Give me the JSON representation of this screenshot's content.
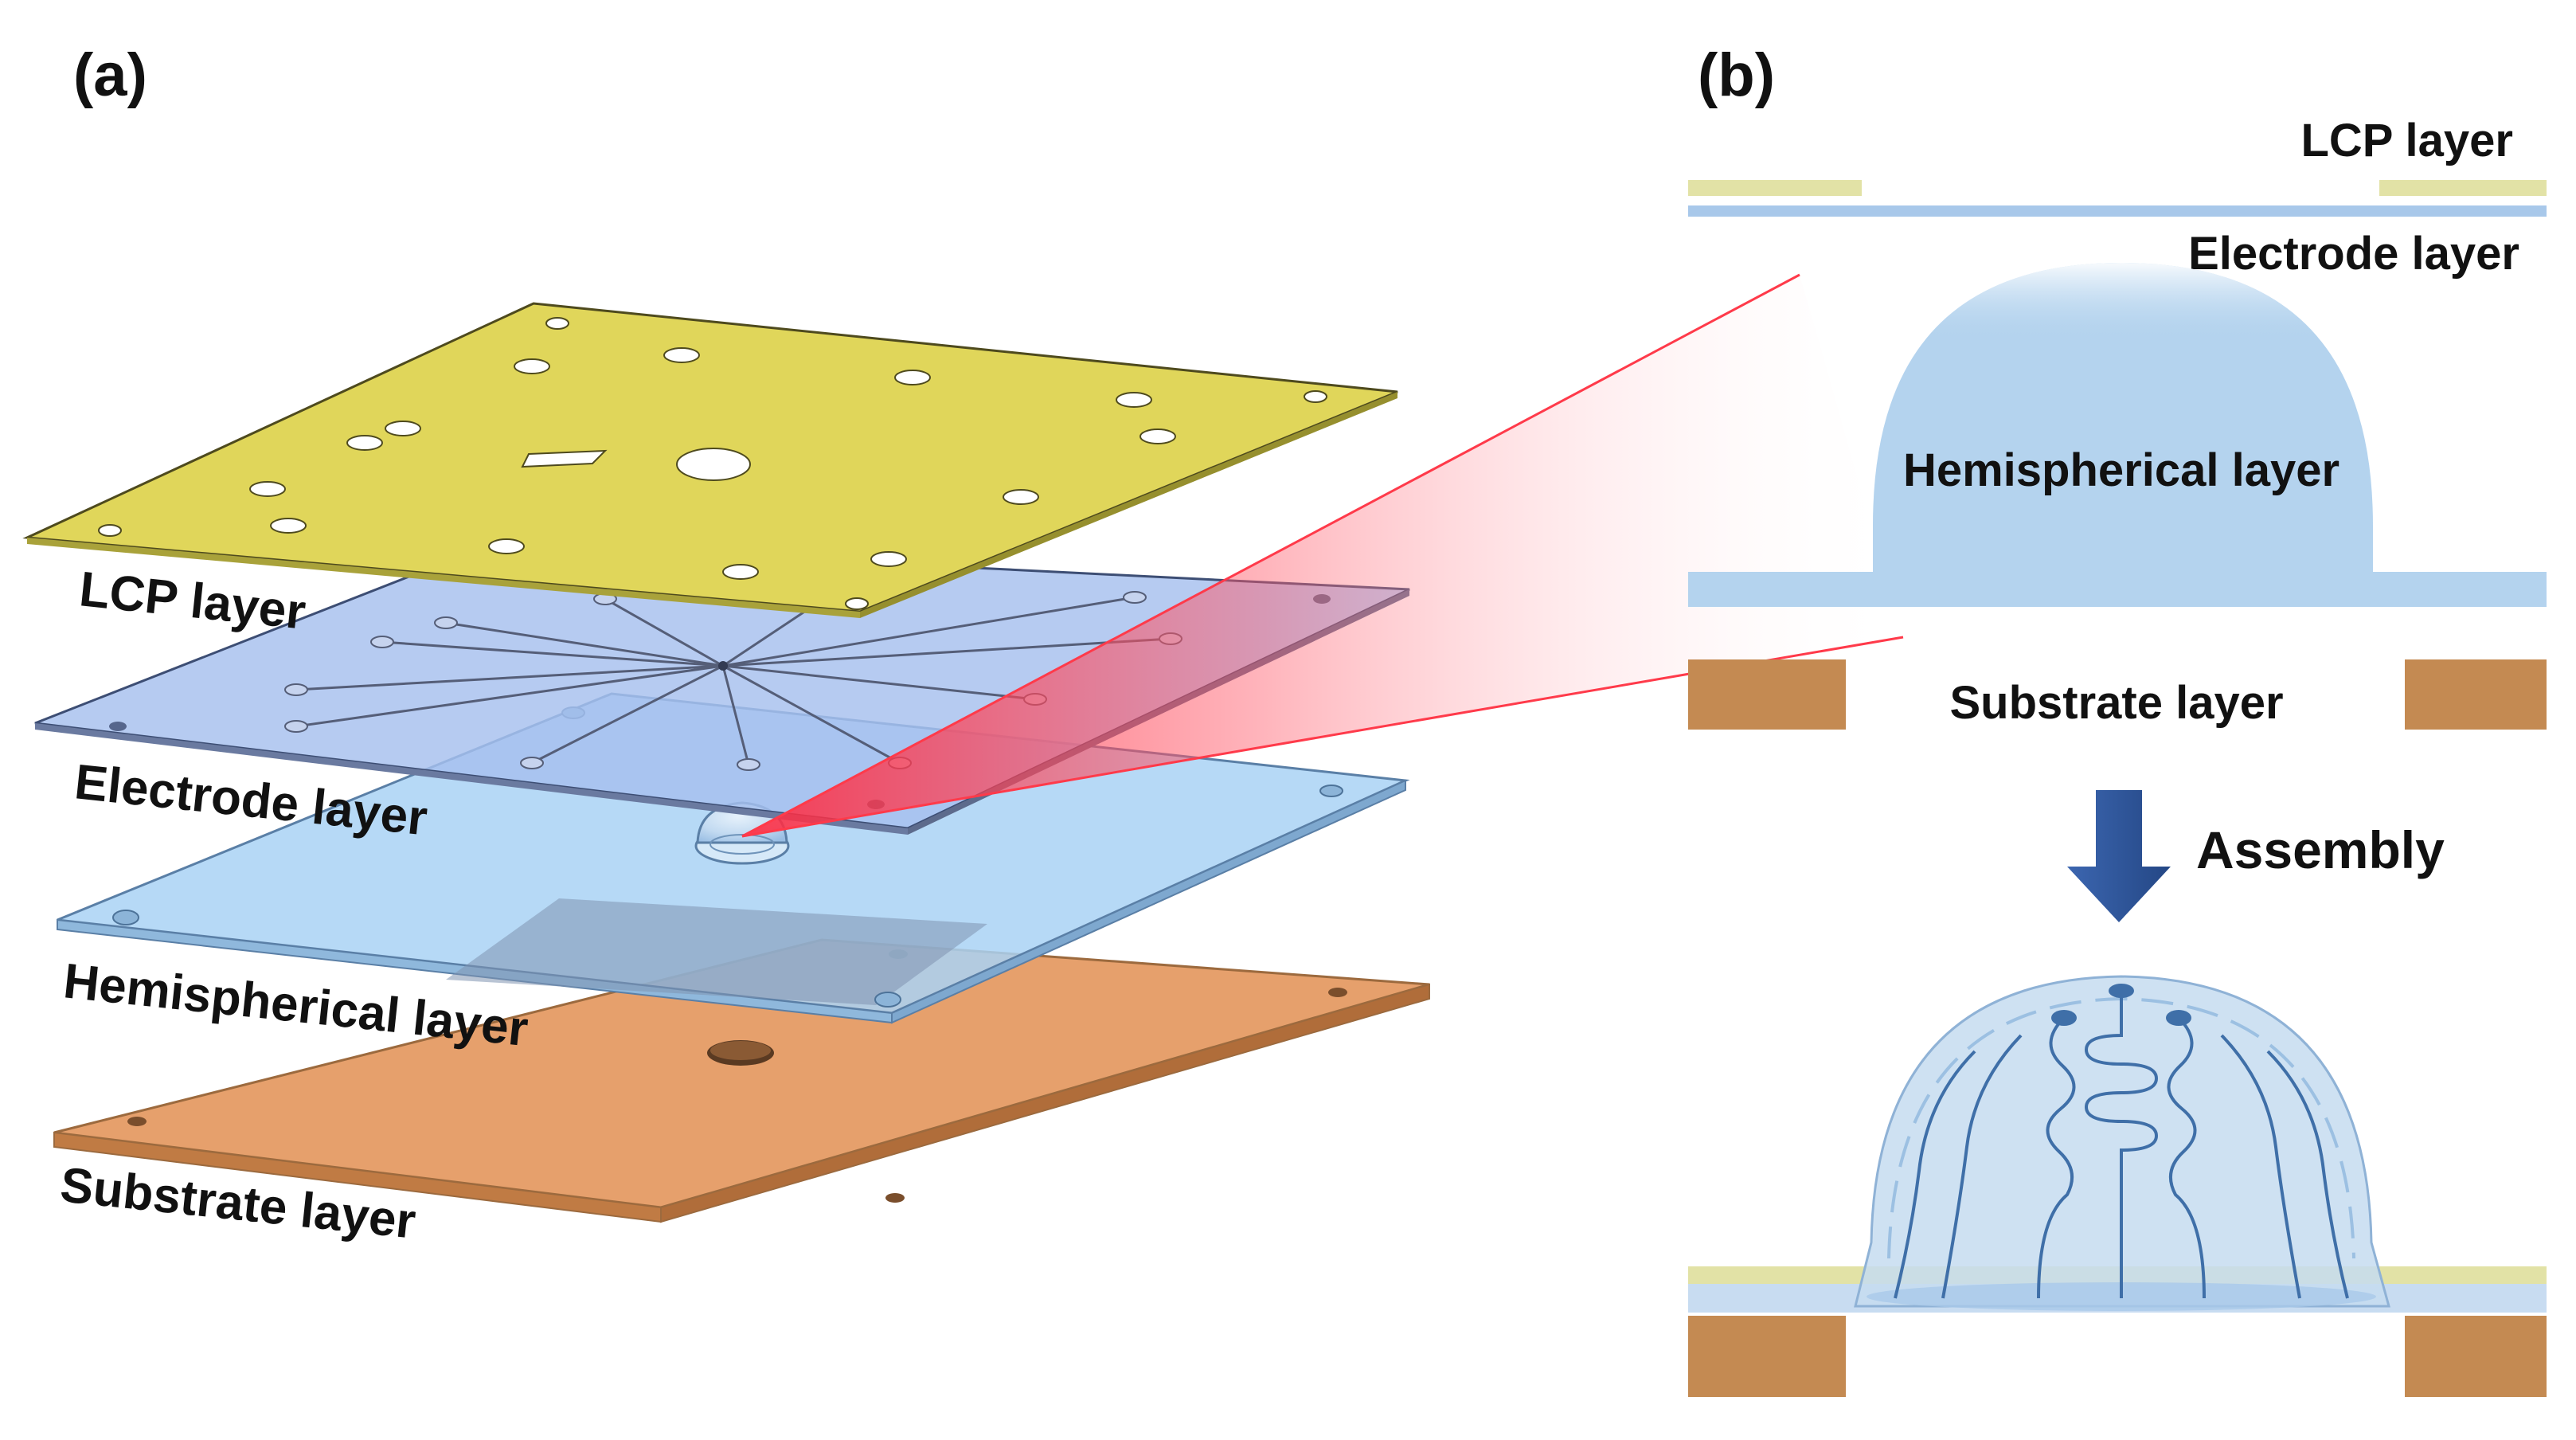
{
  "panel_a": {
    "tag": "(a)",
    "labels": {
      "lcp": "LCP layer",
      "electrode": "Electrode layer",
      "hemispherical": "Hemispherical layer",
      "substrate": "Substrate layer"
    }
  },
  "panel_b": {
    "tag": "(b)",
    "labels": {
      "lcp": "LCP layer",
      "electrode": "Electrode layer",
      "hemispherical": "Hemispherical layer",
      "substrate": "Substrate layer",
      "assembly": "Assembly"
    }
  },
  "colors": {
    "lcp": "#e0d65a",
    "lcp_edge": "#b4ab2c",
    "electrode": "#b2c8ef",
    "hemispherical": "#a9d2f4",
    "hemisphere_b": "#b4d3ee",
    "substrate": "#e6a06c",
    "substrate_b": "#c48a52",
    "lcp_strip": "#e2e2a6",
    "electrode_strip": "#a8c8ea",
    "callout": "#ff3a4a",
    "arrow": "#2f559c"
  }
}
